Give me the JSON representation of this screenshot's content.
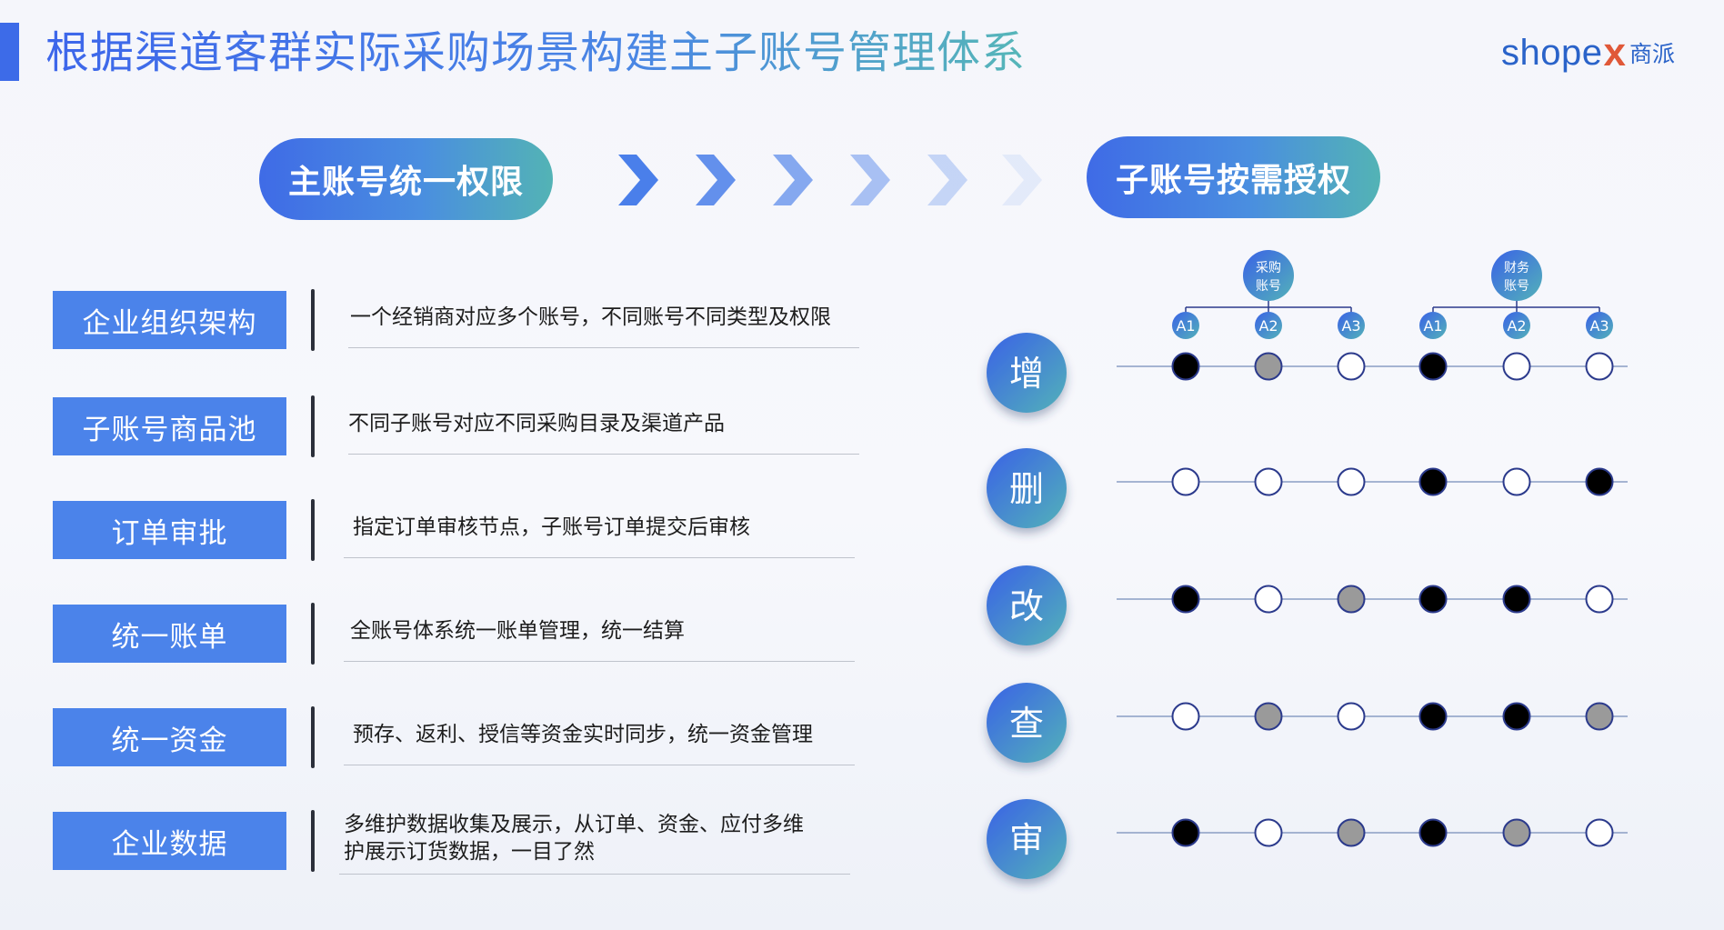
{
  "title": "根据渠道客群实际采购场景构建主子账号管理体系",
  "logo": {
    "word": "shope",
    "x": "x",
    "cn": "商派"
  },
  "flow": {
    "left_pill": "主账号统一权限",
    "right_pill": "子账号按需授权"
  },
  "features": [
    {
      "label": "企业组织架构",
      "desc": [
        "一个经销商对应多个账号，不同账号不同类型及权限"
      ]
    },
    {
      "label": "子账号商品池",
      "desc": [
        "不同子账号对应不同采购目录及渠道产品"
      ]
    },
    {
      "label": "订单审批",
      "desc": [
        "指定订单审核节点，子账号订单提交后审核"
      ]
    },
    {
      "label": "统一账单",
      "desc": [
        "全账号体系统一账单管理，统一结算"
      ]
    },
    {
      "label": "统一资金",
      "desc": [
        "预存、返利、授信等资金实时同步，统一资金管理"
      ]
    },
    {
      "label": "企业数据",
      "desc": [
        "多维护数据收集及展示，从订单、资金、应付多维",
        "护展示订货数据，一目了然"
      ]
    }
  ],
  "groups": [
    {
      "name_lines": [
        "采购",
        "账号"
      ],
      "accounts": [
        "A1",
        "A2",
        "A3"
      ]
    },
    {
      "name_lines": [
        "财务",
        "账号"
      ],
      "accounts": [
        "A1",
        "A2",
        "A3"
      ]
    }
  ],
  "actions": [
    "增",
    "删",
    "改",
    "查",
    "审"
  ],
  "matrix": [
    [
      "black",
      "gray",
      "white",
      "black",
      "white",
      "white"
    ],
    [
      "white",
      "white",
      "white",
      "black",
      "white",
      "black"
    ],
    [
      "black",
      "white",
      "gray",
      "black",
      "black",
      "white"
    ],
    [
      "white",
      "gray",
      "white",
      "black",
      "black",
      "gray"
    ],
    [
      "black",
      "white",
      "gray",
      "black",
      "gray",
      "white"
    ]
  ],
  "colors": {
    "accent": "#3d6be8",
    "label_bg": "#4b83ea",
    "dot_black": "#000000",
    "dot_gray": "#9a9a9a",
    "dot_white": "#ffffff",
    "dot_border": "#2b3a8c",
    "line": "#8a9ec4"
  }
}
